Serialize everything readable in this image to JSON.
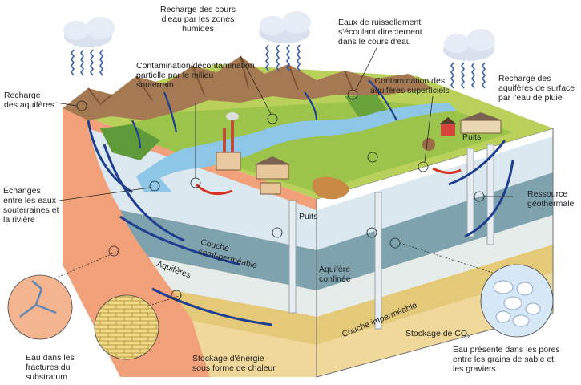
{
  "labels": {
    "recharge_aquiferes": "Recharge\ndes aquifères",
    "recharge_cours_eau": "Recharge des cours\nd'eau par les zones\nhumides",
    "eaux_ruissellement": "Eaux de ruissellement\ns'écoulant directement\ndans le cours d'eau",
    "recharge_surface": "Recharge des\naquifères de surface\npar l'eau de pluie",
    "contamination_milieu": "Contamination/décontamination\npartielle par le milieu\nsouterrain",
    "contamination_superficiels": "Contamination des\naquifères superficiels",
    "puits_top": "Puits",
    "puits_mid": "Puits",
    "echanges": "Échanges\nentre les eaux\nsouterraines et\nla rivière",
    "ressource_geothermale": "Ressource\ngéothermale",
    "couche_semi": "Couche\nsemi-perméable",
    "aquifere_confine": "Aquifère\nconfinée",
    "aquiferes": "Aquifères",
    "couche_impermeable": "Couche imperméable",
    "stockage_co2": "Stockage de CO",
    "stockage_co2_sub": "2",
    "stockage_energie": "Stockage d'énergie\nsous forme de chaleur",
    "eau_fractures": "Eau dans les\nfractures du\nsubstratum",
    "eau_pores": "Eau présente dans les pores\nentre les grains de sable et\nles graviers"
  },
  "colors": {
    "sky_cloud": "#dbe4f0",
    "rain": "#3a5fa8",
    "rock": "#f1a07a",
    "aquifer_light": "#dfe9ef",
    "confining": "#6f9aa6",
    "confined_aquifer": "#e9eeea",
    "impermeable": "#e6cf83",
    "water_river": "#8dc6e6",
    "grass": "#a7c64a",
    "mountain": "#a57a52",
    "arrow_blue": "#1f3f8f",
    "arrow_red": "#d63322"
  }
}
